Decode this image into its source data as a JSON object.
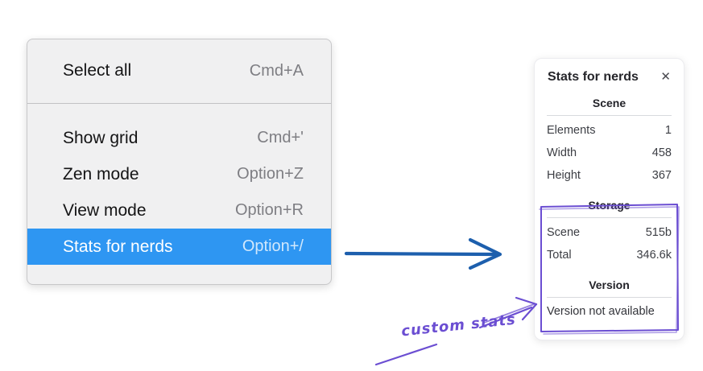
{
  "colors": {
    "menu_highlight": "#2e96f2",
    "arrow_blue": "#1d5fad",
    "annotation_purple": "#6b4ed2",
    "menu_bg": "#f0f0f1"
  },
  "menu": {
    "groups": [
      {
        "items": [
          {
            "label": "Select all",
            "shortcut": "Cmd+A",
            "highlighted": false
          }
        ]
      },
      {
        "items": [
          {
            "label": "Show grid",
            "shortcut": "Cmd+'",
            "highlighted": false
          },
          {
            "label": "Zen mode",
            "shortcut": "Option+Z",
            "highlighted": false
          },
          {
            "label": "View mode",
            "shortcut": "Option+R",
            "highlighted": false
          },
          {
            "label": "Stats for nerds",
            "shortcut": "Option+/",
            "highlighted": true
          }
        ]
      }
    ]
  },
  "stats_panel": {
    "title": "Stats for nerds",
    "close_icon": "✕",
    "sections": [
      {
        "heading": "Scene",
        "rows": [
          [
            "Elements",
            "1"
          ],
          [
            "Width",
            "458"
          ],
          [
            "Height",
            "367"
          ]
        ]
      },
      {
        "heading": "Storage",
        "rows": [
          [
            "Scene",
            "515b"
          ],
          [
            "Total",
            "346.6k"
          ]
        ]
      },
      {
        "heading": "Version",
        "rows": [],
        "note": "Version not available"
      }
    ]
  },
  "annotation": {
    "label": "custom stats"
  }
}
